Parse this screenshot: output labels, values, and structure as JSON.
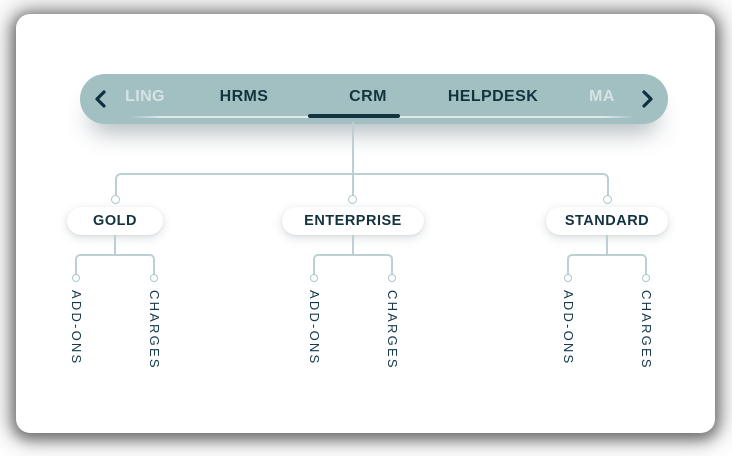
{
  "tabbar": {
    "tabs": [
      {
        "label": "LING",
        "state": "faded-left"
      },
      {
        "label": "HRMS",
        "state": "normal"
      },
      {
        "label": "CRM",
        "state": "selected"
      },
      {
        "label": "HELPDESK",
        "state": "normal"
      },
      {
        "label": "MA",
        "state": "faded-right"
      }
    ],
    "nav": {
      "prev_icon": "chevron-left",
      "next_icon": "chevron-right"
    }
  },
  "tree": {
    "nodes": [
      {
        "label": "GOLD",
        "children": [
          "ADD-ONS",
          "CHARGES"
        ]
      },
      {
        "label": "ENTERPRISE",
        "children": [
          "ADD-ONS",
          "CHARGES"
        ]
      },
      {
        "label": "STANDARD",
        "children": [
          "ADD-ONS",
          "CHARGES"
        ]
      }
    ]
  },
  "colors": {
    "tabbar_bg": "#a2c0c2",
    "ink": "#13333f",
    "faded_tab_text": "rgba(255,255,255,0.55)",
    "connector": "#bcd0d3",
    "node_bg": "#ffffff",
    "card_bg": "#ffffff"
  }
}
